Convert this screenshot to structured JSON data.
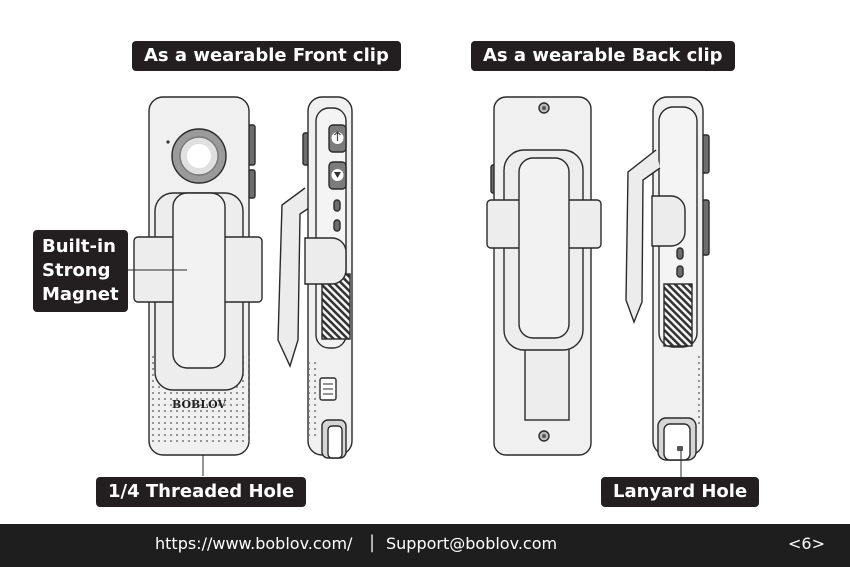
{
  "labels": {
    "front_clip": "As a wearable Front clip",
    "back_clip": "As a wearable Back clip",
    "magnet": [
      "Built-in",
      "Strong",
      "Magnet"
    ],
    "threaded_hole": "1/4 Threaded Hole",
    "lanyard_hole": "Lanyard Hole"
  },
  "device": {
    "brand": "BOBLOV"
  },
  "footer": {
    "url": "https://www.boblov.com/",
    "separator": "|",
    "email": "Support@boblov.com",
    "page": "<6>"
  },
  "colors": {
    "label_bg": "#231f20",
    "footer_bg": "#1e1e1e",
    "device_body": "#f0f0f0",
    "device_outline": "#2a2a2a",
    "button_dark": "#6d6d6d"
  },
  "icons": [
    "power-icon",
    "down-arrow-icon"
  ]
}
